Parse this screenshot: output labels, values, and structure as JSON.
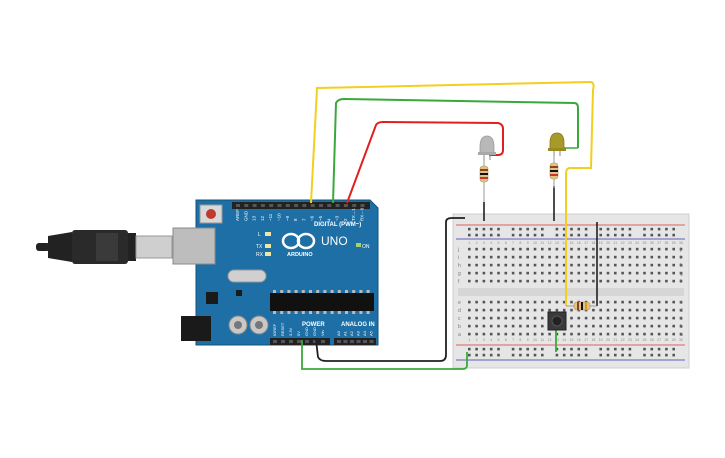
{
  "board": {
    "model_label": "UNO",
    "brand_label": "ARDUINO",
    "digital_header_label": "DIGITAL (PWM~)",
    "power_label": "POWER",
    "analog_label": "ANALOG IN",
    "on_label": "ON",
    "led_labels": [
      "L",
      "TX",
      "RX"
    ],
    "digital_pin_labels": [
      "AREF",
      "GND",
      "13",
      "12",
      "~11",
      "~10",
      "~9",
      "8",
      "7",
      "~6",
      "~5",
      "4",
      "~3",
      "2",
      "TX→1",
      "RX←0"
    ],
    "power_pin_labels": [
      "IOREF",
      "RESET",
      "3.3V",
      "5V",
      "GND",
      "GND",
      "Vin"
    ],
    "analog_pin_labels": [
      "A0",
      "A1",
      "A2",
      "A3",
      "A4",
      "A5"
    ]
  },
  "breadboard": {
    "row_letters_top": [
      "j",
      "i",
      "h",
      "g",
      "f"
    ],
    "row_letters_bottom": [
      "e",
      "d",
      "c",
      "b",
      "a"
    ],
    "column_count": 30
  },
  "components": {
    "led_left_color": "#b8b8b8",
    "led_right_color": "#a89a2a",
    "button": "push-button",
    "resistors": 3
  },
  "wire_colors": {
    "yellow": "#f2cf1e",
    "green": "#3aa93a",
    "red": "#e02020",
    "black": "#202020"
  },
  "colors": {
    "board_blue": "#1d6fa5",
    "board_dark": "#155a88",
    "header_black": "#222222",
    "breadboard": "#e8e8e8"
  }
}
